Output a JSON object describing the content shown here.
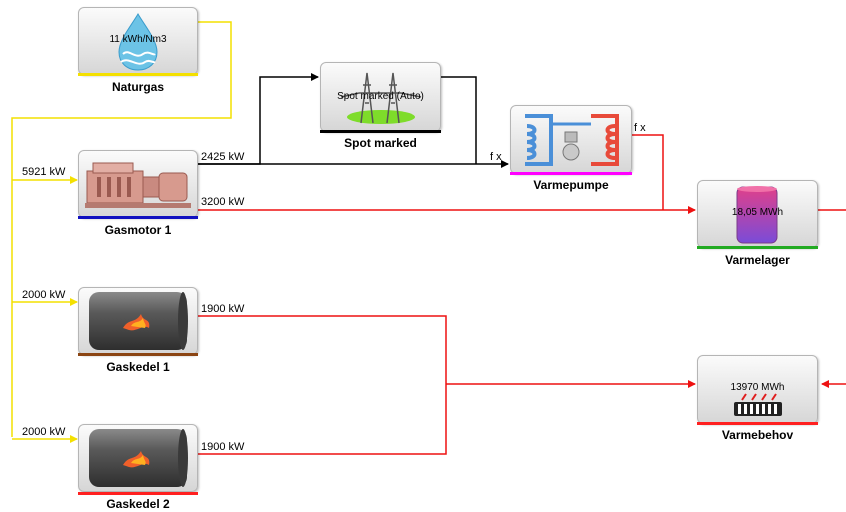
{
  "nodes": {
    "naturgas": {
      "name": "Naturgas",
      "value": "11 kWh/Nm3",
      "underline_color": "#f4e000"
    },
    "spot": {
      "name": "Spot marked",
      "value": "Spot marked (Auto)",
      "underline_color": "#000000"
    },
    "varmepumpe": {
      "name": "Varmepumpe",
      "underline_color": "#ff00ff"
    },
    "gasmotor1": {
      "name": "Gasmotor 1",
      "underline_color": "#1010c0"
    },
    "varmelager": {
      "name": "Varmelager",
      "value": "18,05 MWh",
      "underline_color": "#22aa22"
    },
    "gaskedel1": {
      "name": "Gaskedel 1",
      "underline_color": "#8b4513"
    },
    "gaskedel2": {
      "name": "Gaskedel 2",
      "underline_color": "#ff2020"
    },
    "varmebehov": {
      "name": "Varmebehov",
      "value": "13970 MWh",
      "underline_color": "#ff2020"
    }
  },
  "flows": {
    "gas_in_gasmotor1": "5921 kW",
    "gas_in_gaskedel1": "2000 kW",
    "gas_in_gaskedel2": "2000 kW",
    "gasmotor1_el": "2425 kW",
    "gasmotor1_heat": "3200 kW",
    "gaskedel1_heat": "1900 kW",
    "gaskedel2_heat": "1900 kW",
    "varmepumpe_in_fx": "f x",
    "varmepumpe_out_fx": "f x"
  },
  "colors": {
    "gas": "#f4e000",
    "electric": "#000000",
    "heat": "#ee1111"
  }
}
